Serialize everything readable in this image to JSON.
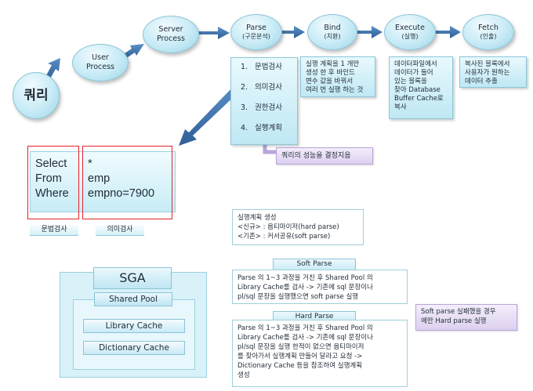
{
  "flow": {
    "query": "쿼리",
    "user_process": [
      "User",
      "Process"
    ],
    "server_process": [
      "Server",
      "Process"
    ],
    "parse": {
      "label": "Parse",
      "sub": "(구문분석)"
    },
    "bind": {
      "label": "Bind",
      "sub": "(치환)"
    },
    "execute": {
      "label": "Execute",
      "sub": "(실행)"
    },
    "fetch": {
      "label": "Fetch",
      "sub": "(인출)"
    }
  },
  "parse_steps": [
    {
      "num": "1.",
      "text": "문법검사"
    },
    {
      "num": "2.",
      "text": "의미검사"
    },
    {
      "num": "3.",
      "text": "권한검사"
    },
    {
      "num": "4.",
      "text": "실행계획"
    }
  ],
  "bind_desc": [
    "실행 계획을 1 개만",
    "생성 한 후 바인드",
    "변수 값을 바꿔서",
    "여러 번 실행 하는 것"
  ],
  "execute_desc": [
    "데이터파일에서",
    "데이터가 들어",
    "있는 블록을",
    "찾아 Database",
    "Buffer Cache로",
    "복사"
  ],
  "fetch_desc": [
    "복사된 블록에서",
    "사용자가 원하는",
    "데이터 추출"
  ],
  "plan_note": "쿼리의 성능을 결정지음",
  "sql": {
    "keywords": [
      "Select",
      "From",
      "Where"
    ],
    "values": [
      "*",
      "emp",
      "empno=7900"
    ]
  },
  "labels": {
    "syntax": "문법검사",
    "semantic": "의미검사"
  },
  "plan_box": [
    "실행계획 생성",
    "<신규> : 옵티마이저(hard  parse)",
    "<기존> : 커서공유(soft parse)"
  ],
  "soft_parse": {
    "title": "Soft Parse",
    "text": [
      "Parse 의 1~3 과정을 거친 후 Shared Pool 의",
      "Library Cache를 검사 -> 기존에 sql 문장이나",
      "pl/sql 문장을 실행했으면  soft parse 실행"
    ]
  },
  "hard_parse": {
    "title": "Hard Parse",
    "text": [
      "Parse 의 1~3 과정을 거친 후 Shared Pool 의",
      "Library Cache를 검사 -> 기존에 sql 문장이나",
      "pl/sql 문장을 실행 한적이 없으면 옵티마이저",
      "를 찾아가서 실행계획 만들어 달라고 요청 ->",
      "Dictionary Cache 등을 참조하여 실행계획",
      "생성"
    ]
  },
  "soft_fail_note": [
    "Soft parse 실패했을 경우",
    "에만 Hard parse 실행"
  ],
  "sga": {
    "title": "SGA",
    "shared_pool": "Shared Pool",
    "library_cache": "Library Cache",
    "dictionary_cache": "Dictionary Cache"
  },
  "colors": {
    "arrow": "#3a6fa7",
    "red_frame": "#e0242a",
    "circle": "#c7ebf6",
    "purple": "#ddd0ef"
  }
}
